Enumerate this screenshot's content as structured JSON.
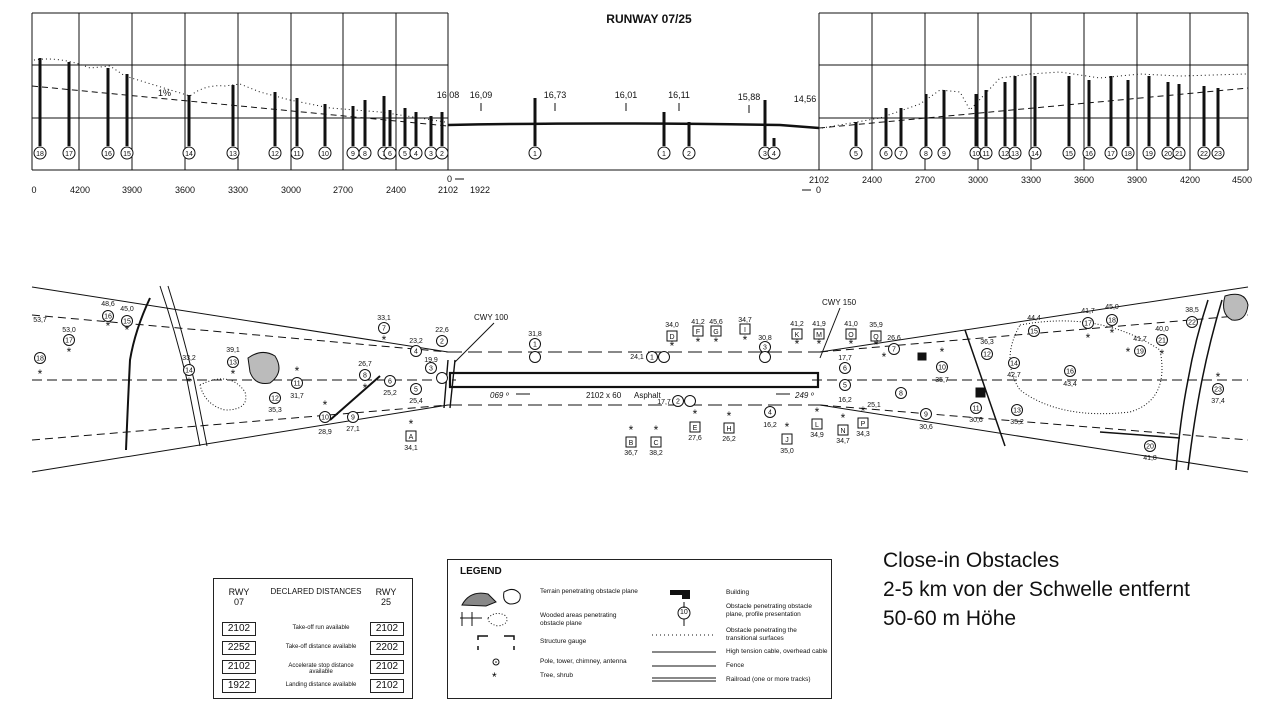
{
  "title": "RUNWAY 07/25",
  "profile": {
    "elevations": [
      "16,08",
      "16,09",
      "16,73",
      "16,01",
      "16,11",
      "15,88",
      "14,56"
    ],
    "slope_label": "1%",
    "left_axis_ticks": [
      "0",
      "4200",
      "3900",
      "3600",
      "3300",
      "3000",
      "2700",
      "2400",
      "2102"
    ],
    "right_axis_ticks": [
      "2102",
      "2400",
      "2700",
      "3000",
      "3300",
      "3600",
      "3900",
      "4200",
      "4500"
    ],
    "runway_start_left": "0",
    "runway_start_value": "1922",
    "runway_end_right": "2102",
    "runway_end_zero": "0",
    "left_obstacles": [
      "18",
      "17",
      "16",
      "15",
      "14",
      "13",
      "12",
      "11",
      "10",
      "9",
      "8",
      "7",
      "6",
      "5",
      "4",
      "3",
      "2"
    ],
    "center_obstacles": [
      "1",
      "1",
      "2",
      "3",
      "4"
    ],
    "right_obstacles": [
      "5",
      "6",
      "7",
      "8",
      "9",
      "10",
      "11",
      "12",
      "13",
      "14",
      "15",
      "16",
      "17",
      "18",
      "19",
      "20",
      "21",
      "22",
      "23"
    ]
  },
  "plan": {
    "cwy_left": "CWY 100",
    "cwy_right": "CWY 150",
    "runway_label": "2102 x 60",
    "surface": "Asphalt",
    "bearing_left": "069 º",
    "bearing_right": "249 º",
    "heights": [
      "53,7",
      "53,0",
      "48,6",
      "45,0",
      "39,1",
      "33,2",
      "35,3",
      "31,7",
      "33,1",
      "26,7",
      "23,2",
      "22,6",
      "19,9",
      "25,2",
      "25,4",
      "28,9",
      "27,1",
      "34,1",
      "31,8",
      "24,1",
      "17,7",
      "34,0",
      "41,2",
      "45,6",
      "34,7",
      "30,8",
      "41,2",
      "41,9",
      "41,0",
      "35,9",
      "26,6",
      "17,7",
      "16,2",
      "25,1",
      "30,6",
      "35,7",
      "36,3",
      "42,7",
      "44,4",
      "41,7",
      "45,0",
      "41,7",
      "40,0",
      "38,5",
      "37,4",
      "43,4",
      "30,6",
      "35,2",
      "41,8",
      "36,7",
      "38,2",
      "27,6",
      "26,2",
      "16,2",
      "35,0",
      "34,9",
      "34,7",
      "34,3"
    ],
    "letters": [
      "D",
      "F",
      "G",
      "I",
      "K",
      "M",
      "O",
      "Q",
      "A",
      "B",
      "C",
      "E",
      "H",
      "J",
      "L",
      "N",
      "P"
    ]
  },
  "declared_distances": {
    "header_left": "RWY\n07",
    "header_mid": "DECLARED DISTANCES",
    "header_right": "RWY\n25",
    "rows": [
      {
        "left": "2102",
        "label": "Take-off run available",
        "right": "2102"
      },
      {
        "left": "2252",
        "label": "Take-off distance available",
        "right": "2202"
      },
      {
        "left": "2102",
        "label": "Accelerate stop distance available",
        "right": "2102"
      },
      {
        "left": "1922",
        "label": "Landing distance available",
        "right": "2102"
      }
    ]
  },
  "legend": {
    "title": "LEGEND",
    "items": [
      "Terrain penetrating obstacle plane",
      "Wooded areas penetrating obstacle plane",
      "Structure gauge",
      "Pole, tower, chimney, antenna",
      "Tree, shrub",
      "Building",
      "Obstacle penetrating obstacle plane, profile presentation",
      "Obstacle penetrating the transitional surfaces",
      "High tension cable, overhead cable",
      "Fence",
      "Railroad (one or more tracks)"
    ],
    "sample_number": "10"
  },
  "note": {
    "line1": "Close-in Obstacles",
    "line2": "2-5 km von der Schwelle entfernt",
    "line3": "50-60 m Höhe"
  }
}
